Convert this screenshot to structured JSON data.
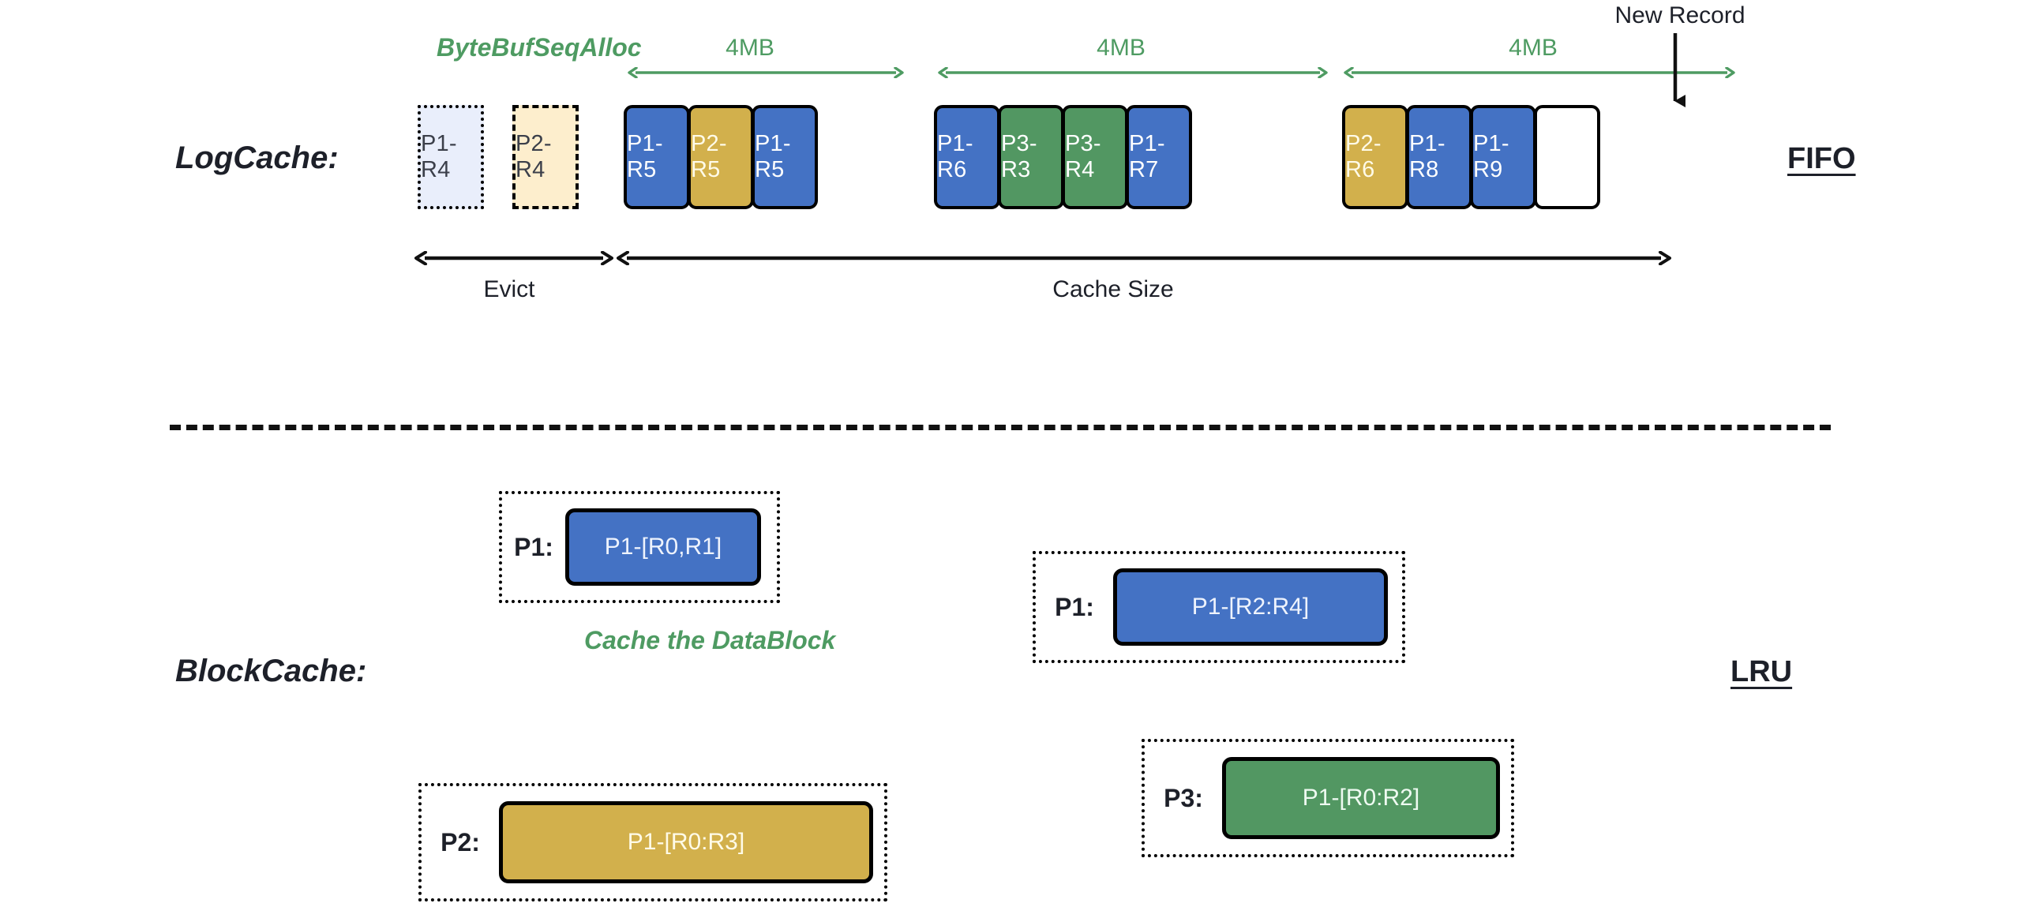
{
  "diagram": {
    "title_hidden": "LogCache / BlockCache FIFO and LRU illustration",
    "log_cache": {
      "row_label": "LogCache:",
      "policy_label": "FIFO",
      "alloc_label": "ByteBufSeqAlloc",
      "new_record_label": "New Record",
      "evict_label": "Evict",
      "cache_size_label": "Cache Size",
      "segment_labels": [
        "4MB",
        "4MB",
        "4MB"
      ],
      "evicted_blocks": [
        {
          "text": "P1-R4",
          "style": "evict-dot"
        },
        {
          "text": "P2-R4",
          "style": "evict-dash"
        }
      ],
      "segments": [
        {
          "size": "4MB",
          "blocks": [
            {
              "text": "P1-R5",
              "color": "blue"
            },
            {
              "text": "P2-R5",
              "color": "gold"
            },
            {
              "text": "P1-R5",
              "color": "blue"
            }
          ]
        },
        {
          "size": "4MB",
          "blocks": [
            {
              "text": "P1-R6",
              "color": "blue"
            },
            {
              "text": "P3-R3",
              "color": "green"
            },
            {
              "text": "P3-R4",
              "color": "green"
            },
            {
              "text": "P1-R7",
              "color": "blue"
            }
          ]
        },
        {
          "size": "4MB",
          "blocks": [
            {
              "text": "P2-R6",
              "color": "gold"
            },
            {
              "text": "P1-R8",
              "color": "blue"
            },
            {
              "text": "P1-R9",
              "color": "blue"
            },
            {
              "text": "",
              "color": "empty"
            }
          ]
        }
      ]
    },
    "block_cache": {
      "row_label": "BlockCache:",
      "policy_label": "LRU",
      "annotation": "Cache the DataBlock",
      "entries": [
        {
          "key": "P1:",
          "value": "P1-[R0,R1]",
          "color": "blue"
        },
        {
          "key": "P1:",
          "value": "P1-[R2:R4]",
          "color": "blue"
        },
        {
          "key": "P2:",
          "value": "P1-[R0:R3]",
          "color": "gold"
        },
        {
          "key": "P3:",
          "value": "P1-[R0:R2]",
          "color": "green"
        }
      ]
    },
    "colors": {
      "blue": "#4472c4",
      "gold": "#d2b04c",
      "green": "#529762",
      "accent_green": "#4e9b62",
      "evict_dot_fill": "#e9eefb",
      "evict_dash_fill": "#fdeecd",
      "ink": "#1d2029"
    }
  }
}
